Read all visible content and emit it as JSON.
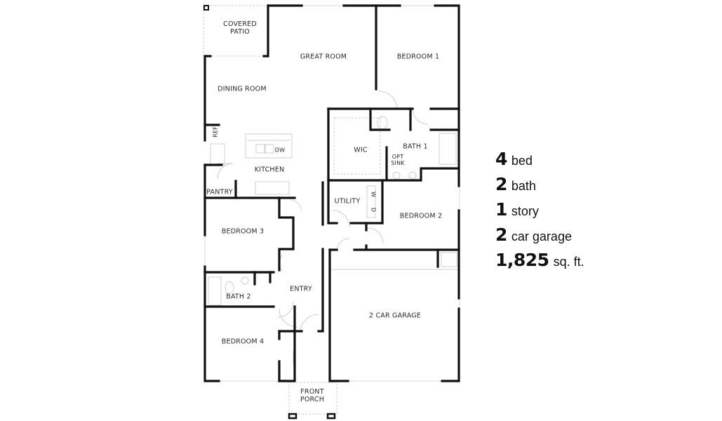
{
  "floorplan": {
    "rooms": {
      "covered_patio": "COVERED\nPATIO",
      "covered_patio_l1": "COVERED",
      "covered_patio_l2": "PATIO",
      "great_room": "GREAT ROOM",
      "bedroom_1": "BEDROOM 1",
      "dining_room": "DINING ROOM",
      "ref": "REF",
      "dw": "DW",
      "kitchen": "KITCHEN",
      "pantry": "PANTRY",
      "wic": "WIC",
      "bath_1": "BATH 1",
      "opt_sink_l1": "OPT",
      "opt_sink_l2": "SINK",
      "utility": "UTILITY",
      "washer": "W",
      "dryer": "D",
      "bedroom_2": "BEDROOM 2",
      "bedroom_3": "BEDROOM 3",
      "bath_2": "BATH 2",
      "entry": "ENTRY",
      "bedroom_4": "BEDROOM 4",
      "garage": "2 CAR GARAGE",
      "front_porch_l1": "FRONT",
      "front_porch_l2": "PORCH"
    }
  },
  "stats": [
    {
      "value": "4",
      "label": "bed"
    },
    {
      "value": "2",
      "label": "bath"
    },
    {
      "value": "1",
      "label": "story"
    },
    {
      "value": "2",
      "label": "car garage"
    },
    {
      "value": "1,825",
      "label": "sq. ft."
    }
  ]
}
